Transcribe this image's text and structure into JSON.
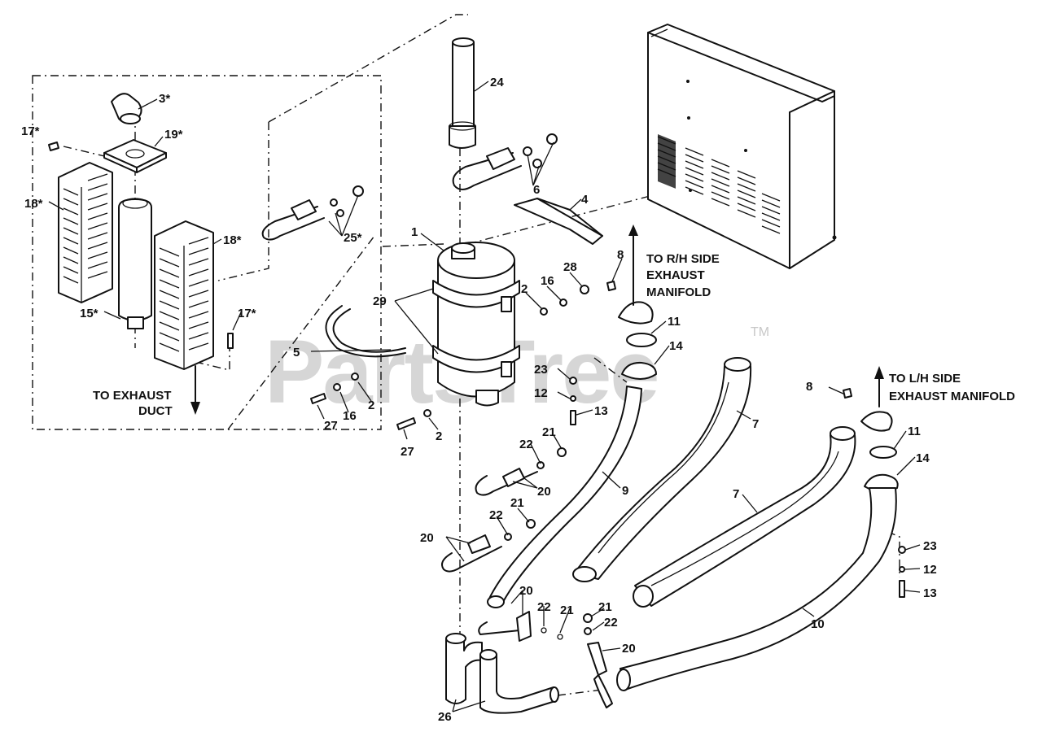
{
  "watermark": {
    "text": "PartsTree",
    "trademark": "TM"
  },
  "notes": {
    "rh_line1": "TO R/H SIDE",
    "rh_line2": "EXHAUST",
    "rh_line3": "MANIFOLD",
    "lh_line1": "TO L/H SIDE",
    "lh_line2": "EXHAUST MANIFOLD",
    "duct_line1": "TO EXHAUST",
    "duct_line2": "DUCT"
  },
  "callouts": [
    "3*",
    "17*",
    "19*",
    "18*",
    "18*",
    "15*",
    "17*",
    "25*",
    "24",
    "6",
    "4",
    "1",
    "8",
    "29",
    "28",
    "16",
    "2",
    "5",
    "11",
    "14",
    "23",
    "12",
    "13",
    "27",
    "16",
    "2",
    "27",
    "2",
    "21",
    "22",
    "20",
    "9",
    "7",
    "21",
    "22",
    "20",
    "8",
    "11",
    "14",
    "7",
    "23",
    "12",
    "13",
    "20",
    "22",
    "21",
    "21",
    "22",
    "20",
    "10",
    "26"
  ]
}
